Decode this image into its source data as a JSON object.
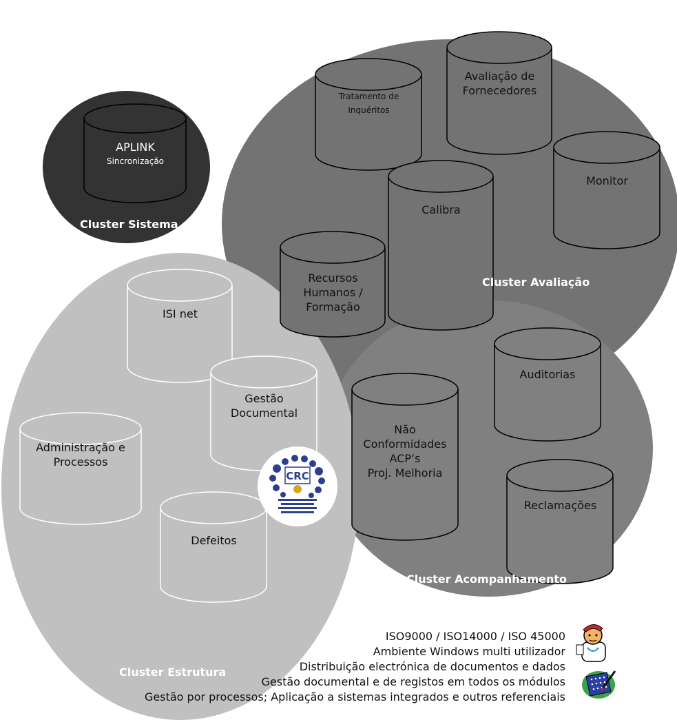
{
  "colors": {
    "sistema": "#333333",
    "avaliacao": "#737373",
    "acompanhamento": "#808080",
    "estrutura": "#c0c0c0",
    "cylinder_stroke": "#000000",
    "label_white": "#ffffff"
  },
  "clusters": {
    "sistema": {
      "label": "Cluster Sistema",
      "cylinders": [
        {
          "lines": [
            "APLINK"
          ],
          "sublines": [
            "Sincronização"
          ]
        }
      ]
    },
    "avaliacao": {
      "label": "Cluster Avaliação",
      "cylinders": [
        {
          "lines": [
            "Tratamento de",
            "Inquéritos"
          ]
        },
        {
          "lines": [
            "Avaliação de",
            "Fornecedores"
          ]
        },
        {
          "lines": [
            "Monitor"
          ]
        },
        {
          "lines": [
            "Calibra"
          ]
        },
        {
          "lines": [
            "Recursos",
            "Humanos /",
            "Formação"
          ]
        }
      ]
    },
    "acompanhamento": {
      "label": "Cluster Acompanhamento",
      "cylinders": [
        {
          "lines": [
            "Auditorias"
          ]
        },
        {
          "lines": [
            "Não",
            "Conformidades",
            "ACP’s",
            "Proj. Melhoria"
          ]
        },
        {
          "lines": [
            "Reclamações"
          ]
        }
      ]
    },
    "estrutura": {
      "label": "Cluster Estrutura",
      "cylinders": [
        {
          "lines": [
            "ISI net"
          ]
        },
        {
          "lines": [
            "Gestão",
            "Documental"
          ]
        },
        {
          "lines": [
            "Administração e",
            "Processos"
          ]
        },
        {
          "lines": [
            "Defeitos"
          ]
        }
      ]
    }
  },
  "logo": {
    "name": "CRC",
    "text": "CRC"
  },
  "features": [
    "ISO9000 / ISO14000 / ISO 45000",
    "Ambiente Windows multi utilizador",
    "Distribuição electrónica de documentos e dados",
    "Gestão documental e de registos em todos os módulos",
    "Gestão por processos; Aplicação a sistemas integrados e outros referenciais"
  ],
  "icons": [
    "doctor-clipart-icon",
    "notepad-pen-clipart-icon"
  ]
}
